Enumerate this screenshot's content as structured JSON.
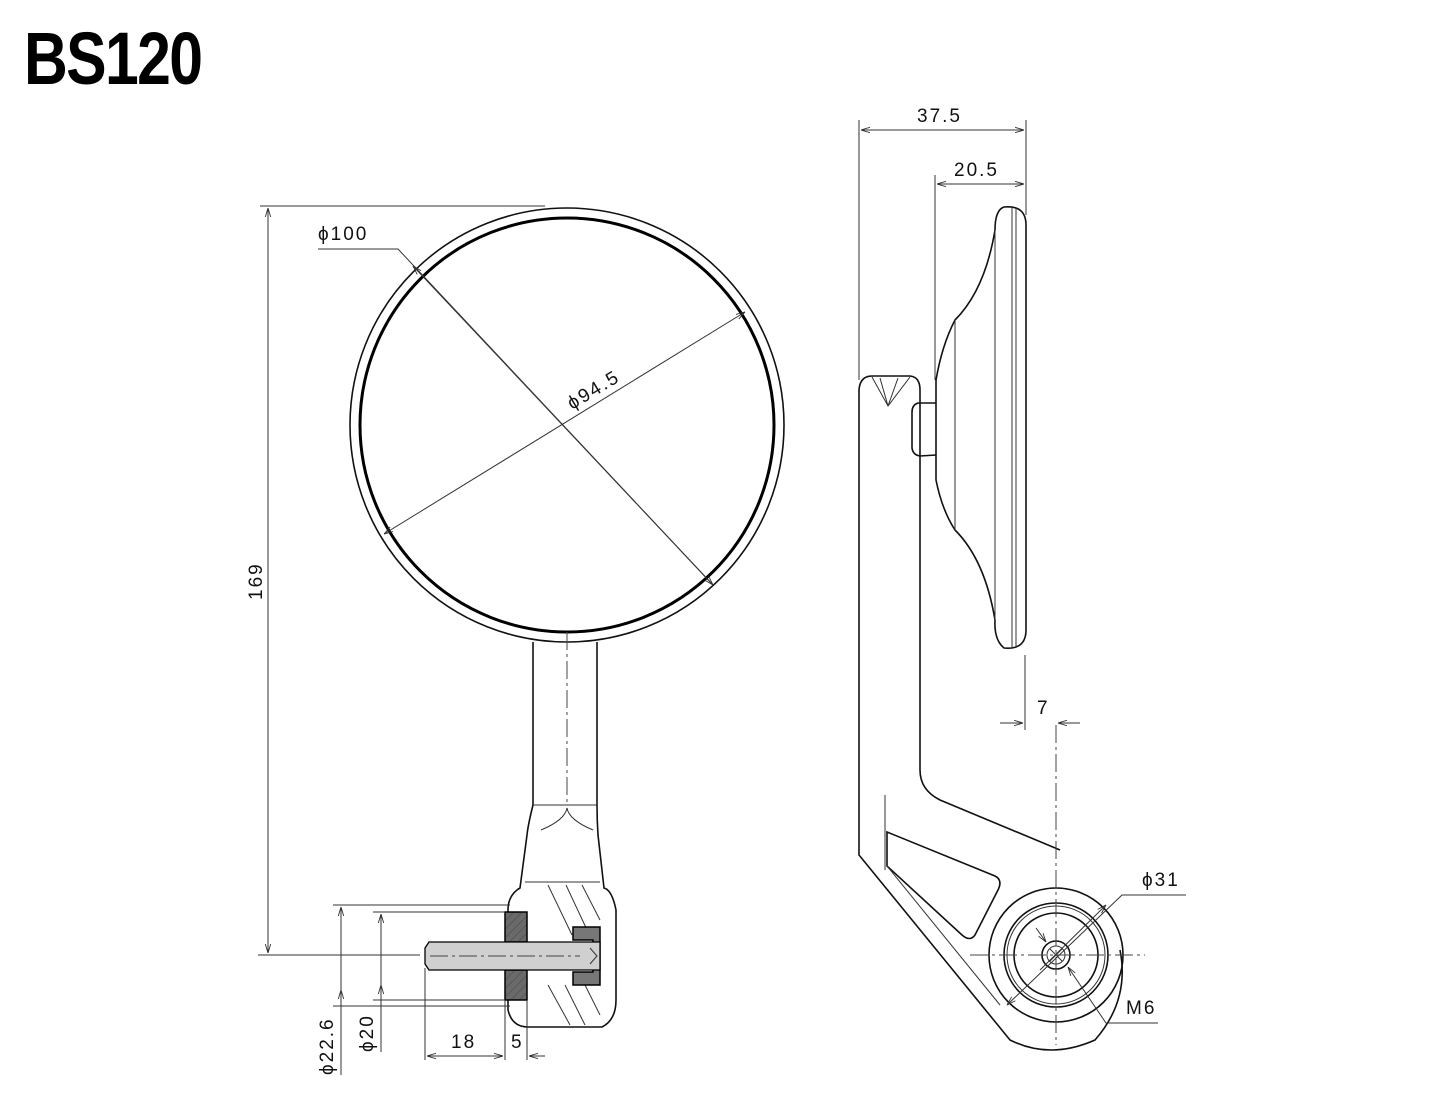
{
  "title": "BS120",
  "front_view": {
    "outer_diameter_label": "ϕ100",
    "mirror_diameter_label": "ϕ94.5",
    "overall_height_label": "169",
    "bar_end_diameter_outer_label": "ϕ22.6",
    "bar_end_diameter_inner_label": "ϕ20",
    "insert_length_label": "18",
    "spacer_width_label": "5"
  },
  "side_view": {
    "overall_depth_label": "37.5",
    "mirror_depth_label": "20.5",
    "offset_label": "7",
    "boss_diameter_label": "ϕ31",
    "thread_label": "M6"
  },
  "colors": {
    "line": "#000000",
    "section_fill": "#666666",
    "shaft_fill": "#d0d0d0",
    "background": "#ffffff"
  }
}
